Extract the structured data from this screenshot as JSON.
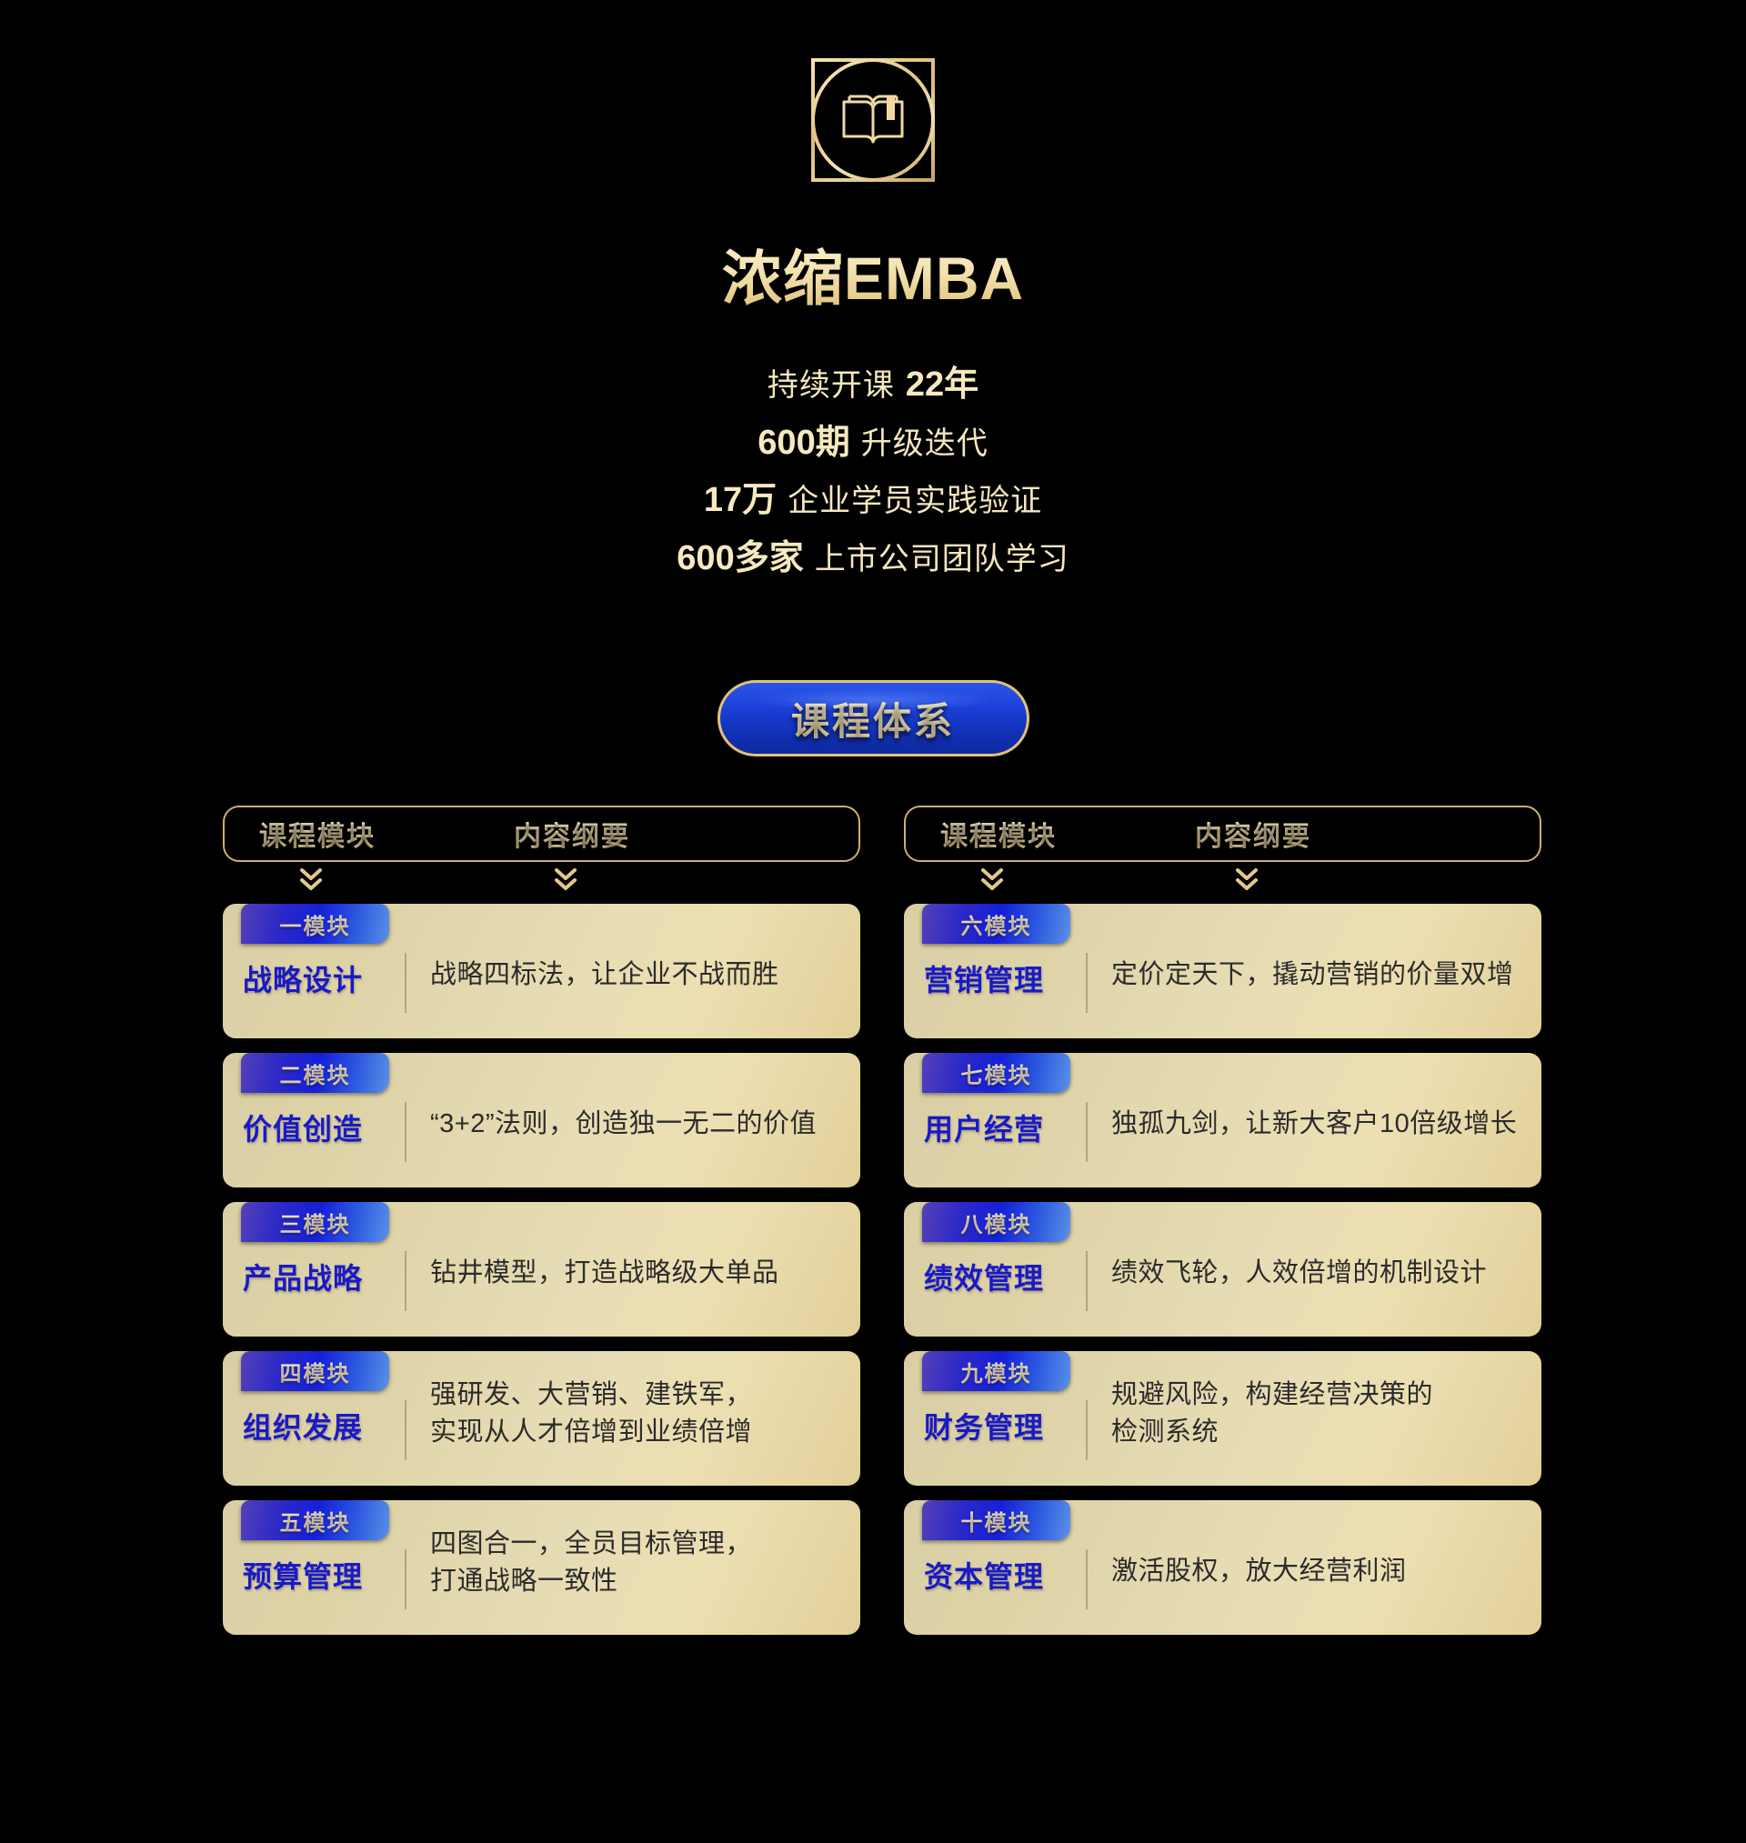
{
  "brand": {
    "icon": "open-book-icon",
    "title": "浓缩EMBA"
  },
  "stats": [
    {
      "label_before": "持续开课",
      "value": "22年",
      "label_after": ""
    },
    {
      "label_before": "",
      "value": "600期",
      "label_after": "升级迭代"
    },
    {
      "label_before": "",
      "value": "17万",
      "label_after": "企业学员实践验证"
    },
    {
      "label_before": "",
      "value": "600多家",
      "label_after": "上市公司团队学习"
    }
  ],
  "section_button": {
    "label": "课程体系"
  },
  "column_header": {
    "module_label": "课程模块",
    "outline_label": "内容纲要",
    "chevron_icon": "chevron-double-down-icon"
  },
  "colors": {
    "background": "#000000",
    "gold": "#f2e0ad",
    "gold_border": "#cfae6d",
    "blue": "#1919c9",
    "badge_gradient_start": "#5440b8",
    "badge_gradient_end": "#5b91e6",
    "card_bg_start": "#d9cfa4",
    "card_bg_end": "#e2d09a"
  },
  "modules_left": [
    {
      "badge": "一模块",
      "title": "战略设计",
      "desc_lines": [
        "战略四标法，让企业不战而胜"
      ]
    },
    {
      "badge": "二模块",
      "title": "价值创造",
      "desc_lines": [
        "“3+2”法则，创造独一无二的价值"
      ]
    },
    {
      "badge": "三模块",
      "title": "产品战略",
      "desc_lines": [
        "钻井模型，打造战略级大单品"
      ]
    },
    {
      "badge": "四模块",
      "title": "组织发展",
      "desc_lines": [
        "强研发、大营销、建铁军，",
        "实现从人才倍增到业绩倍增"
      ]
    },
    {
      "badge": "五模块",
      "title": "预算管理",
      "desc_lines": [
        "四图合一，全员目标管理，",
        "打通战略一致性"
      ]
    }
  ],
  "modules_right": [
    {
      "badge": "六模块",
      "title": "营销管理",
      "desc_lines": [
        "定价定天下，撬动营销的价量双增"
      ]
    },
    {
      "badge": "七模块",
      "title": "用户经营",
      "desc_lines": [
        "独孤九剑，让新大客户10倍级增长"
      ]
    },
    {
      "badge": "八模块",
      "title": "绩效管理",
      "desc_lines": [
        "绩效飞轮，人效倍增的机制设计"
      ]
    },
    {
      "badge": "九模块",
      "title": "财务管理",
      "desc_lines": [
        "规避风险，构建经营决策的",
        "检测系统"
      ]
    },
    {
      "badge": "十模块",
      "title": "资本管理",
      "desc_lines": [
        "激活股权，放大经营利润"
      ]
    }
  ]
}
